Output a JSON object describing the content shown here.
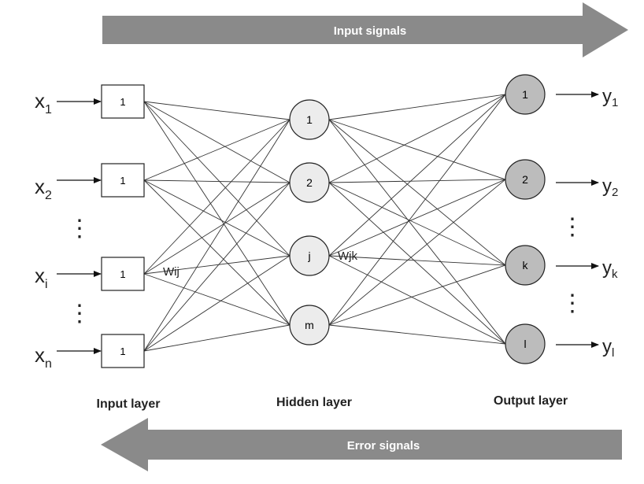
{
  "diagram": {
    "arrows": {
      "input_label": "Input signals",
      "error_label": "Error signals",
      "arrow_color": "#8a8a8a",
      "arrow_text_color": "#ffffff"
    },
    "input_layer": {
      "title": "Input layer",
      "nodes": [
        {
          "id": "in-1",
          "text": "1",
          "var": "x",
          "sub": "1"
        },
        {
          "id": "in-2",
          "text": "1",
          "var": "x",
          "sub": "2"
        },
        {
          "id": "in-i",
          "text": "1",
          "var": "x",
          "sub": "i"
        },
        {
          "id": "in-n",
          "text": "1",
          "var": "x",
          "sub": "n"
        }
      ]
    },
    "hidden_layer": {
      "title": "Hidden layer",
      "nodes": [
        {
          "id": "hid-1",
          "text": "1"
        },
        {
          "id": "hid-2",
          "text": "2"
        },
        {
          "id": "hid-j",
          "text": "j"
        },
        {
          "id": "hid-m",
          "text": "m"
        }
      ],
      "fill": "#ececec"
    },
    "output_layer": {
      "title": "Output layer",
      "nodes": [
        {
          "id": "out-1",
          "text": "1",
          "var": "y",
          "sub": "1"
        },
        {
          "id": "out-2",
          "text": "2",
          "var": "y",
          "sub": "2"
        },
        {
          "id": "out-k",
          "text": "k",
          "var": "y",
          "sub": "k"
        },
        {
          "id": "out-l",
          "text": "l",
          "var": "y",
          "sub": "l"
        }
      ],
      "fill": "#bcbcbc"
    },
    "weight_labels": {
      "input_hidden": "Wij",
      "hidden_output": "Wjk"
    },
    "ellipsis": "⋮"
  }
}
